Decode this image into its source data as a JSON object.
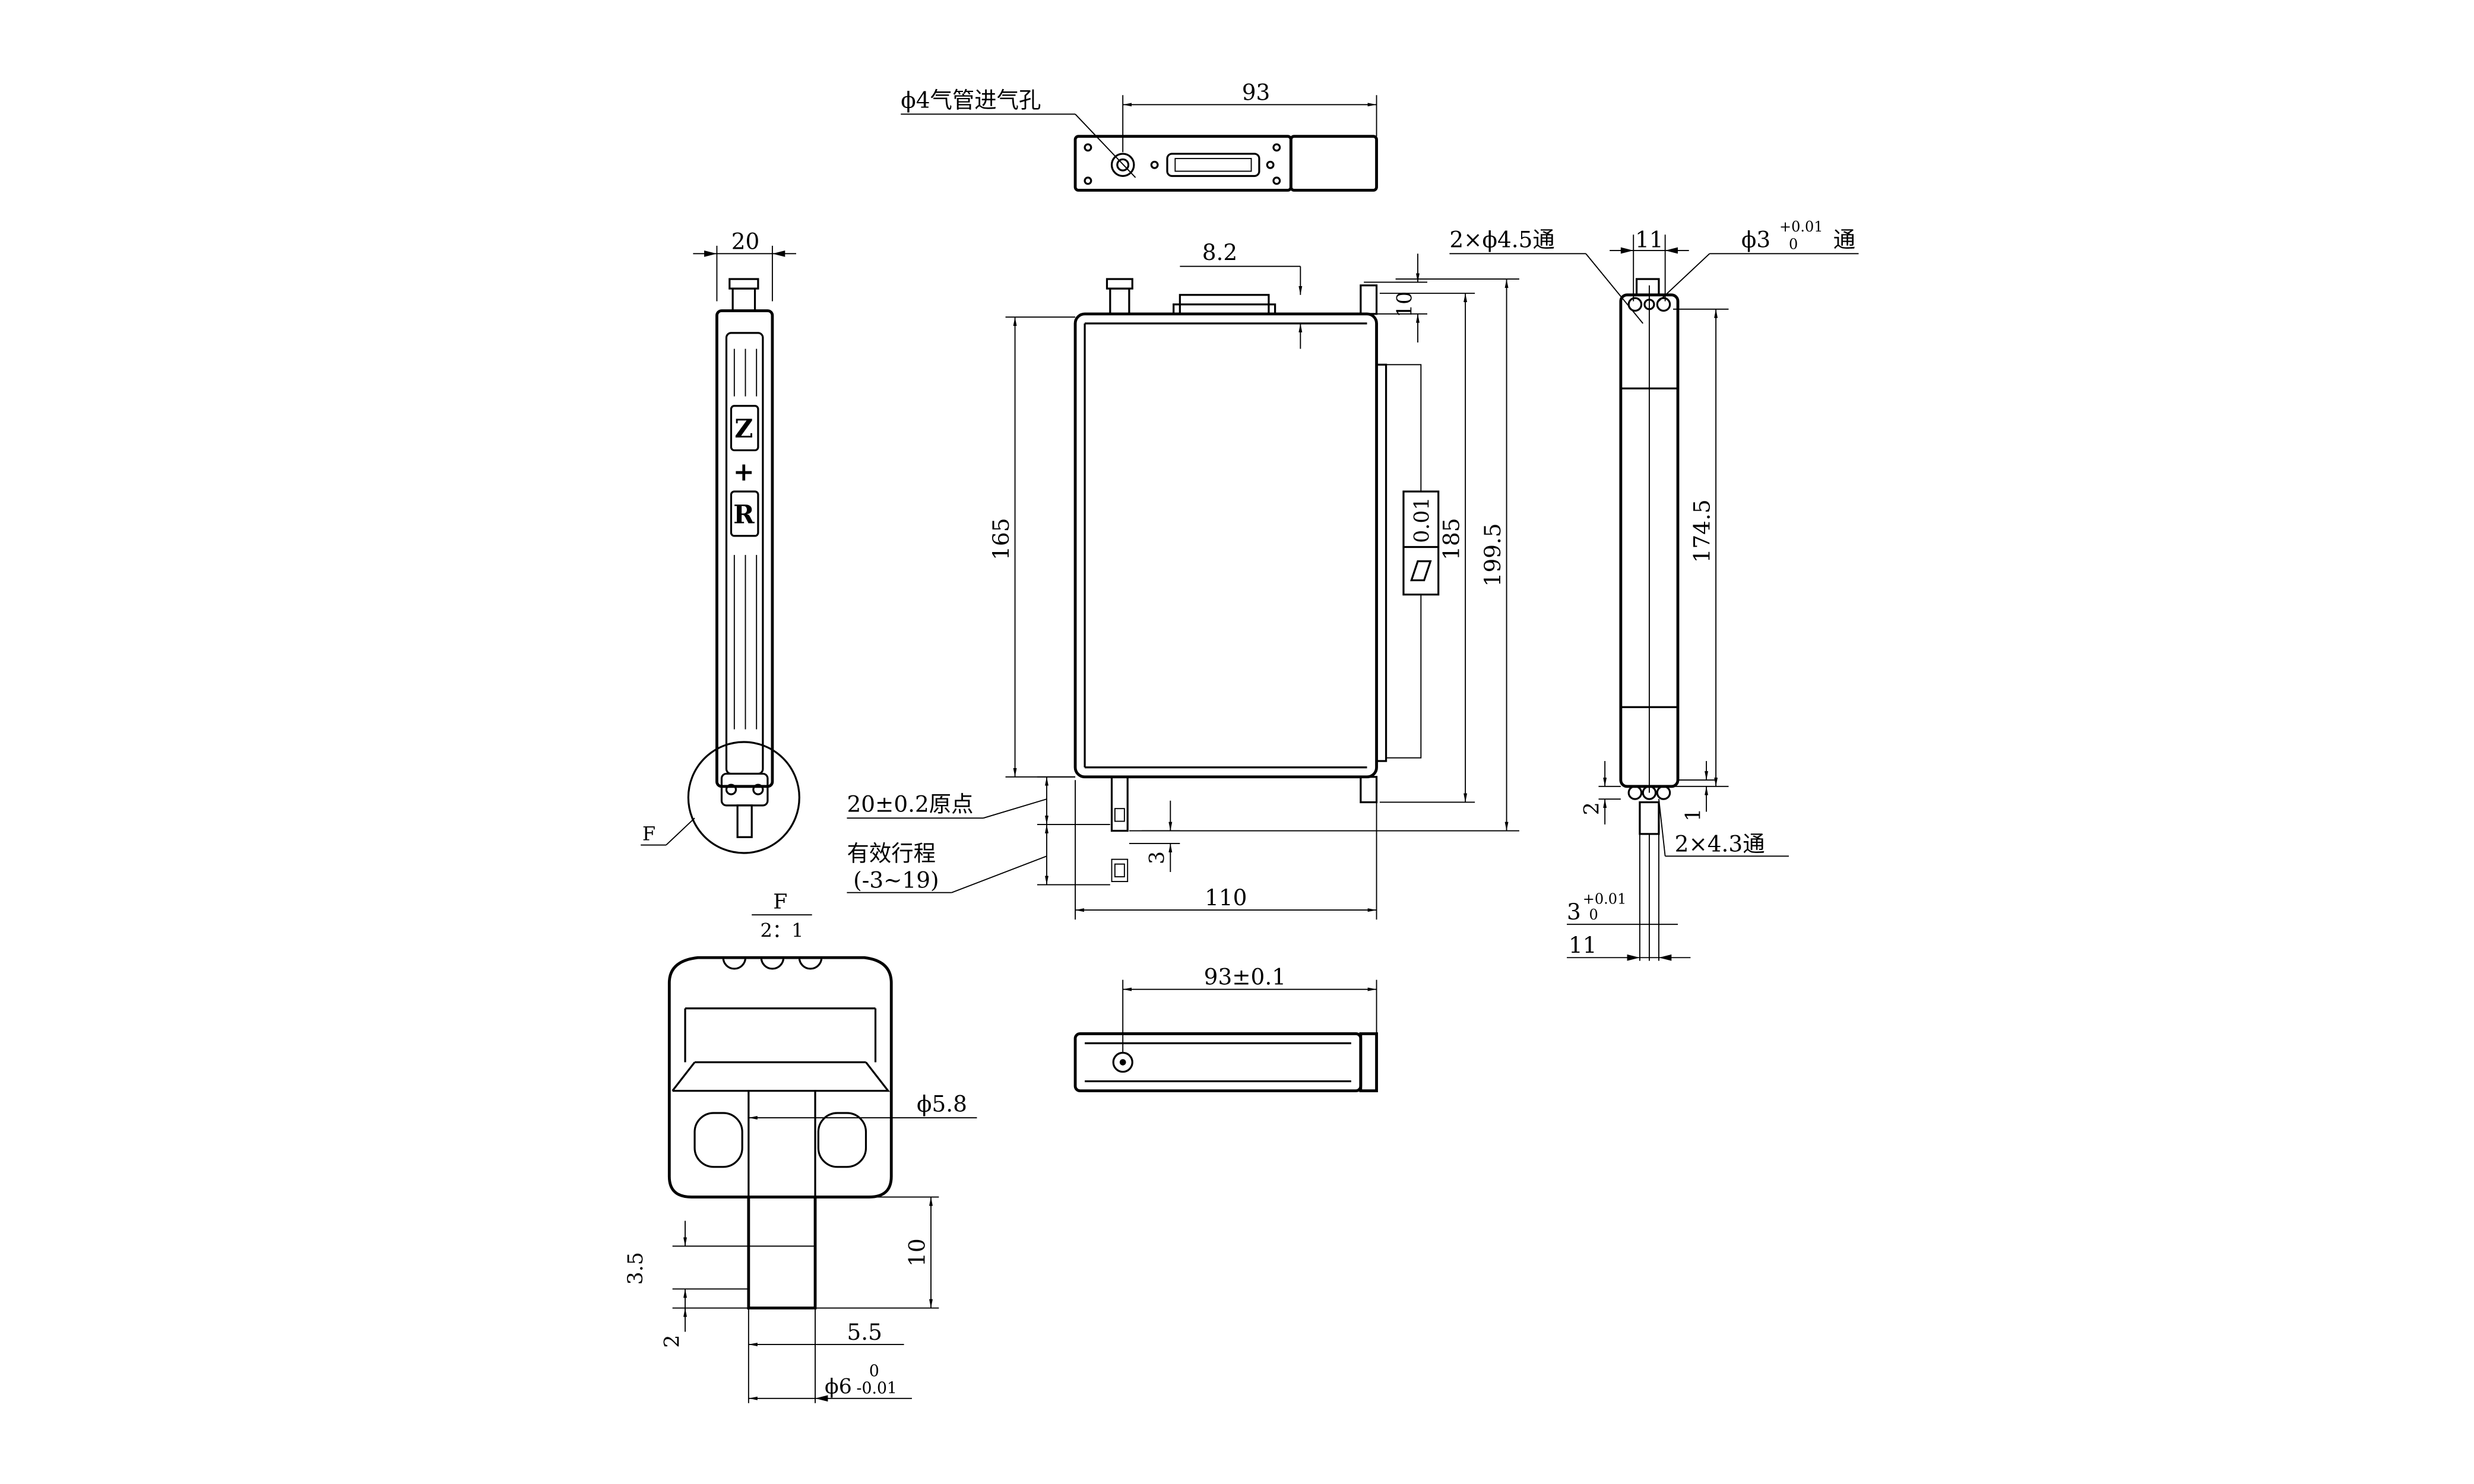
{
  "top_view": {
    "width_dim": "93",
    "inlet_label": "ϕ4气管进气孔"
  },
  "side_view": {
    "width_dim": "20",
    "mark_z": "Z",
    "mark_plus": "+",
    "mark_r": "R",
    "detail_ref": "F"
  },
  "front_view": {
    "dim_8_2": "8.2",
    "dim_10": "10",
    "dim_165": "165",
    "dim_185": "185",
    "dim_199_5": "199.5",
    "flatness_value": "0.01",
    "dim_110": "110",
    "dim_3": "3",
    "origin_label": "20±0.2原点",
    "stroke_label": "有效行程",
    "stroke_range": "(-3~19)"
  },
  "right_view": {
    "dim_11_top": "11",
    "hole_label_left": "2×ϕ4.5通",
    "hole_label_right_main": "ϕ3",
    "hole_label_right_tol_upper": "+0.01",
    "hole_label_right_tol_lower": "0",
    "hole_label_right_suffix": "通",
    "dim_174_5": "174.5",
    "dim_2": "2",
    "dim_1": "1",
    "hole_label_bottom": "2×4.3通",
    "dim_3_main": "3",
    "dim_3_tol_upper": "+0.01",
    "dim_3_tol_lower": "0",
    "dim_11_bottom": "11"
  },
  "bottom_view": {
    "width_dim": "93±0.1"
  },
  "detail_f": {
    "title": "F",
    "scale": "2：1",
    "dim_5_8": "ϕ5.8",
    "dim_10": "10",
    "dim_3_5": "3.5",
    "dim_5_5": "5.5",
    "dim_2": "2",
    "dim_6_main": "ϕ6",
    "dim_6_tol_upper": "0",
    "dim_6_tol_lower": "-0.01"
  }
}
